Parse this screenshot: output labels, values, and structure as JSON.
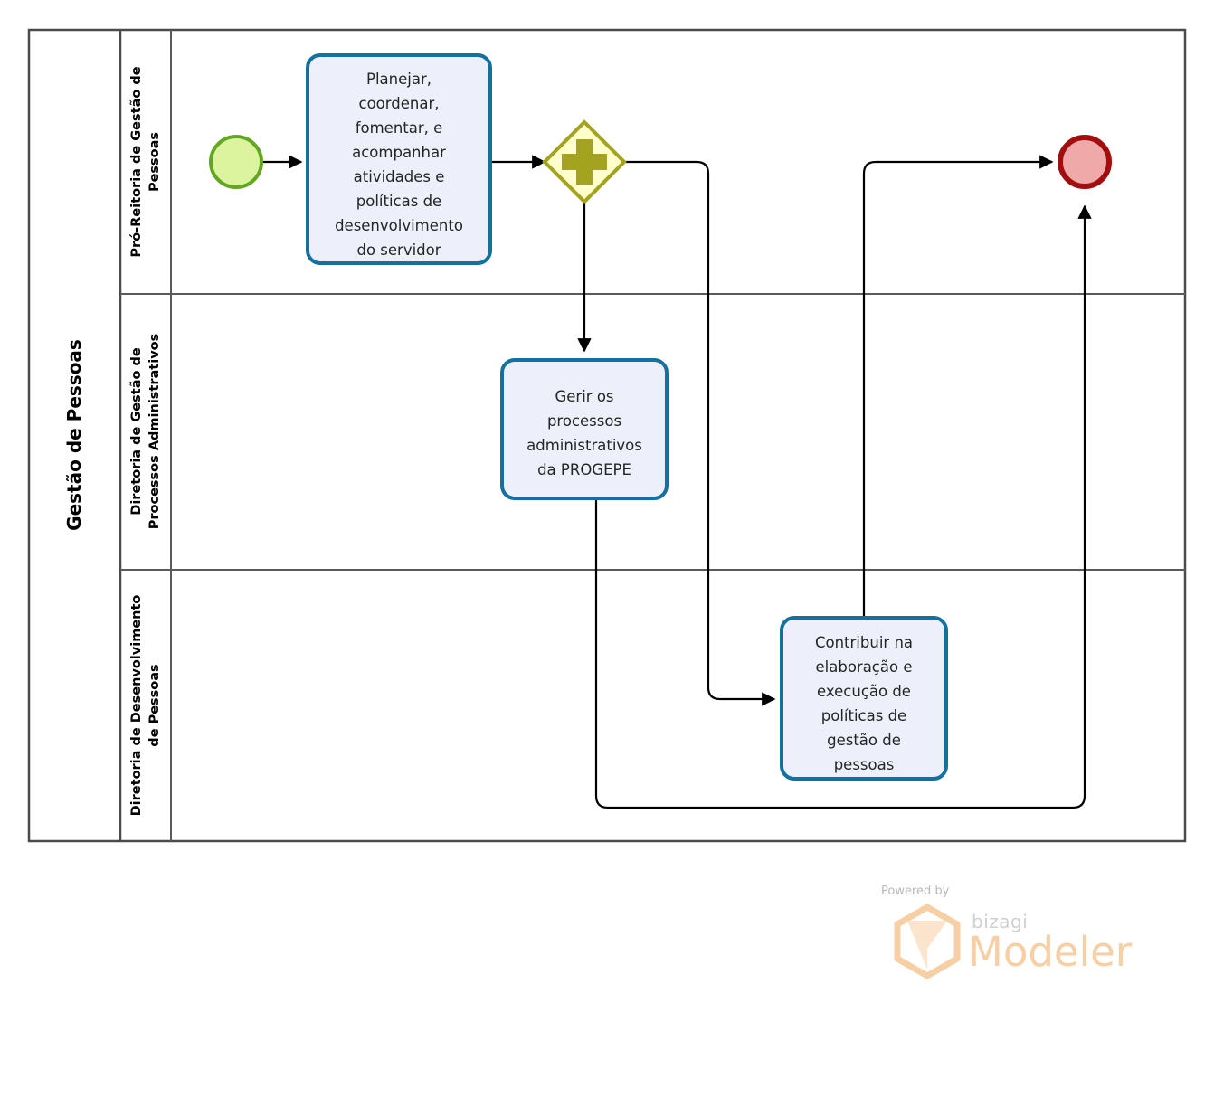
{
  "diagram": {
    "type": "bpmn-process-diagram",
    "pool": {
      "name": "Gestão de Pessoas",
      "lanes": [
        {
          "id": "lane-pro-reitoria",
          "name": "Pró-Reitoria de Gestão de Pessoas"
        },
        {
          "id": "lane-diretoria-processos",
          "name": "Diretoria de Gestão de Processos Administrativos"
        },
        {
          "id": "lane-diretoria-desenvolvimento",
          "name": "Diretoria de Desenvolvimento de Pessoas"
        }
      ]
    },
    "elements": [
      {
        "id": "start-event",
        "kind": "start-event",
        "label": "",
        "lane": "lane-pro-reitoria",
        "fill": "#DDF49E",
        "stroke": "#62A721"
      },
      {
        "id": "task-planejar",
        "kind": "task",
        "label": "Planejar, coordenar, fomentar, e acompanhar atividades e políticas de desenvolvimento do servidor",
        "lines": [
          "Planejar,",
          "coordenar,",
          "fomentar, e",
          "acompanhar",
          "atividades e",
          "políticas de",
          "desenvolvimento",
          "do servidor"
        ],
        "lane": "lane-pro-reitoria",
        "fill": "#EDF0FB",
        "stroke": "#14709E"
      },
      {
        "id": "gateway-parallel",
        "kind": "parallel-gateway",
        "label": "",
        "symbol": "+",
        "lane": "lane-pro-reitoria",
        "fill": "#FFFFCC",
        "stroke": "#A3A31F"
      },
      {
        "id": "task-gerir",
        "kind": "task",
        "label": "Gerir os processos administrativos da PROGEPE",
        "lines": [
          "Gerir os",
          "processos",
          "administrativos",
          "da PROGEPE"
        ],
        "lane": "lane-diretoria-processos",
        "fill": "#EDF0FB",
        "stroke": "#14709E"
      },
      {
        "id": "task-contribuir",
        "kind": "task",
        "label": "Contribuir na elaboração e execução de políticas de gestão de pessoas",
        "lines": [
          "Contribuir na",
          "elaboração e",
          "execução de",
          "políticas de",
          "gestão de",
          "pessoas"
        ],
        "lane": "lane-diretoria-desenvolvimento",
        "fill": "#EDF0FB",
        "stroke": "#14709E"
      },
      {
        "id": "end-event",
        "kind": "end-event",
        "label": "",
        "lane": "lane-pro-reitoria",
        "fill": "#EFA9A9",
        "stroke": "#A20E0E"
      }
    ],
    "flows": [
      {
        "id": "flow-start-to-planejar",
        "from": "start-event",
        "to": "task-planejar",
        "label": ""
      },
      {
        "id": "flow-planejar-to-gateway",
        "from": "task-planejar",
        "to": "gateway-parallel",
        "label": ""
      },
      {
        "id": "flow-gateway-to-gerir",
        "from": "gateway-parallel",
        "to": "task-gerir",
        "label": ""
      },
      {
        "id": "flow-gateway-to-contribuir",
        "from": "gateway-parallel",
        "to": "task-contribuir",
        "label": ""
      },
      {
        "id": "flow-contribuir-to-end",
        "from": "task-contribuir",
        "to": "end-event",
        "label": ""
      },
      {
        "id": "flow-gerir-to-end",
        "from": "task-gerir",
        "to": "end-event",
        "label": ""
      }
    ]
  },
  "watermark": {
    "powered_by": "Powered by",
    "brand": "bizagi",
    "product": "Modeler",
    "logo_color": "#F7CFA5"
  },
  "colors": {
    "pool_border": "#4b4b4b",
    "lane_border": "#5a5a5a",
    "connector": "#000000",
    "task_fill": "#EDF0FB",
    "task_stroke": "#14709E",
    "gateway_fill": "#FFFFCC",
    "gateway_stroke": "#A3A31F",
    "start_fill": "#DDF49E",
    "start_stroke": "#62A721",
    "end_fill": "#EFA9A9",
    "end_stroke": "#A20E0E"
  }
}
